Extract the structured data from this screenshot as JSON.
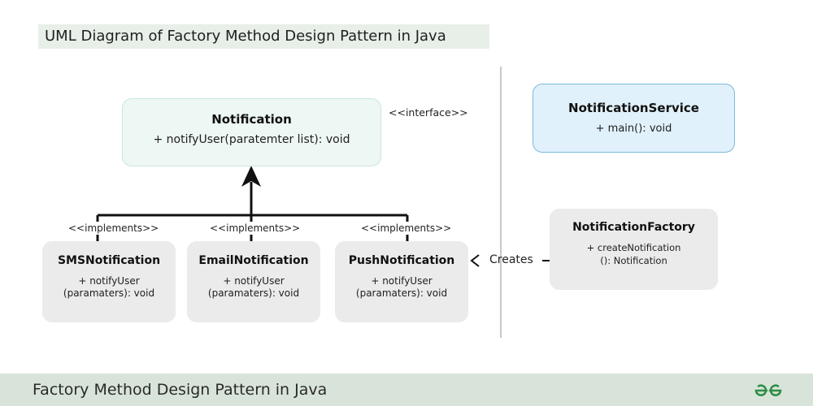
{
  "title": "UML Diagram of Factory Method Design Pattern in Java",
  "interface": {
    "name": "Notification",
    "method": "+ notifyUser(paratemter list): void",
    "stereotype": "<<interface>>"
  },
  "implementations": [
    {
      "name": "SMSNotification",
      "method_line1": "+ notifyUser",
      "method_line2": "(paramaters): void",
      "label": "<<implements>>"
    },
    {
      "name": "EmailNotification",
      "method_line1": "+ notifyUser",
      "method_line2": "(paramaters): void",
      "label": "<<implements>>"
    },
    {
      "name": "PushNotification",
      "method_line1": "+ notifyUser",
      "method_line2": "(paramaters): void",
      "label": "<<implements>>"
    }
  ],
  "service": {
    "name": "NotificationService",
    "method": "+ main(): void"
  },
  "factory": {
    "name": "NotificationFactory",
    "method_line1": "+ createNotification",
    "method_line2": "(): Notification",
    "relation": "Creates"
  },
  "footer": {
    "text": "Factory Method Design Pattern in Java",
    "logo_icon": "gfg-logo-icon"
  },
  "colors": {
    "interface_fill": "#edf7f3",
    "service_fill": "#e1f1fb",
    "service_border": "#7db8dc",
    "class_fill": "#ebebeb",
    "footer_fill": "#d8e4da",
    "logo": "#2f8d46"
  }
}
